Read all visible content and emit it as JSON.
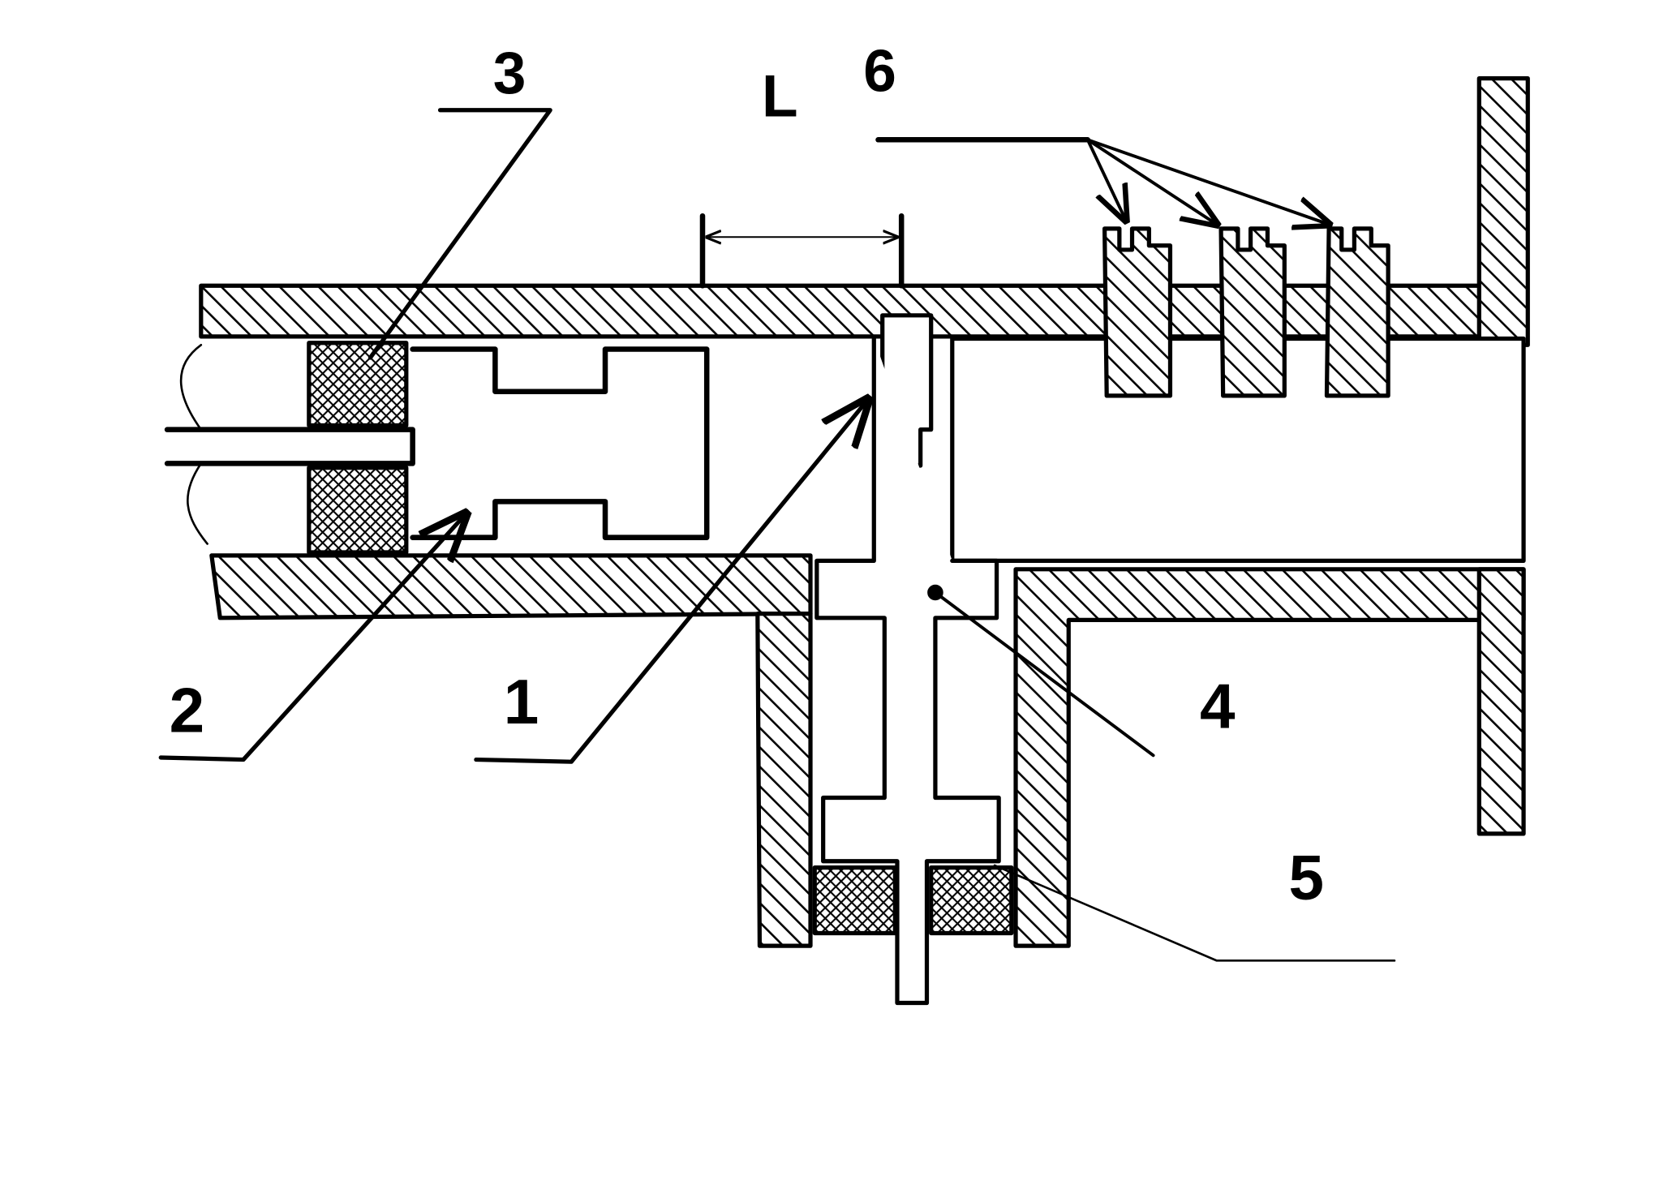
{
  "labels": {
    "part1": "1",
    "part2": "2",
    "part3": "3",
    "part4": "4",
    "part5": "5",
    "part6": "6",
    "dimension": "L"
  },
  "colors": {
    "ink": "#000000",
    "paper": "#ffffff"
  }
}
